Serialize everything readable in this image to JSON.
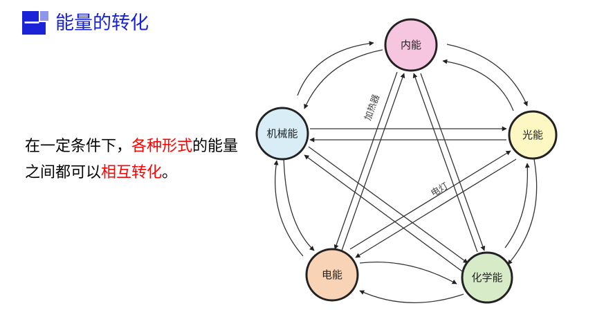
{
  "header": {
    "number": "一",
    "title": "能量的转化"
  },
  "body": {
    "part1": "在一定条件下，",
    "part2": "各种形式",
    "part3": "的能量之间都可以",
    "part4": "相互转化",
    "part5": "。"
  },
  "diagram": {
    "nodes": {
      "internal": {
        "label": "内能",
        "color": "#f6c6e0"
      },
      "light": {
        "label": "光能",
        "color": "#fdf7c3"
      },
      "mechanical": {
        "label": "机械能",
        "color": "#d9edf7"
      },
      "electric": {
        "label": "电能",
        "color": "#f9d3b6"
      },
      "chemical": {
        "label": "化学能",
        "color": "#d7ebc9"
      }
    },
    "edge_labels": {
      "heater": "加热器",
      "lamp": "电灯"
    }
  }
}
